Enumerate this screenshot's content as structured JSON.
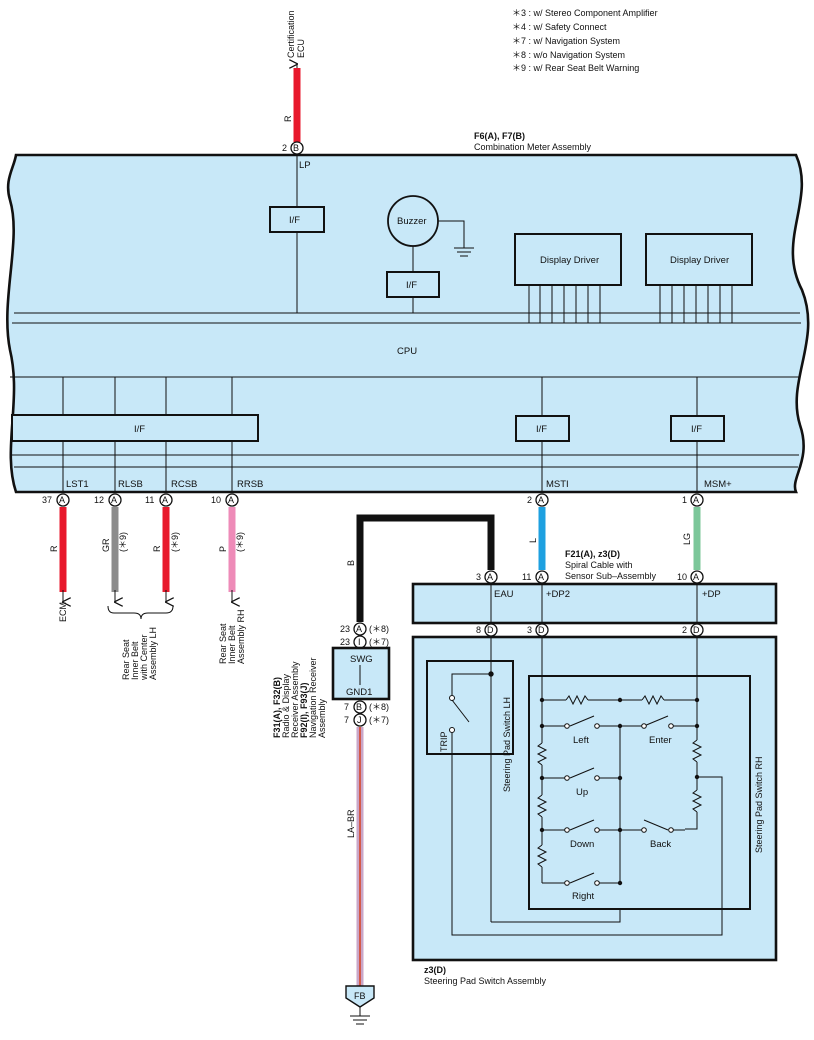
{
  "notes": [
    "＊3 : w/ Stereo Component Amplifier",
    "＊4 : w/ Safety Connect",
    "＊7 : w/ Navigation System",
    "＊8 : w/o Navigation System",
    "＊9 : w/ Rear Seat Belt Warning"
  ],
  "top_connector": {
    "dest_line1": "Certification",
    "dest_line2": "ECU",
    "color": "R",
    "pin": "2",
    "conn": "B",
    "signal": "LP"
  },
  "meter": {
    "ref": "F6(A), F7(B)",
    "name": "Combination Meter Assembly",
    "if_label": "I/F",
    "buzzer": "Buzzer",
    "display_driver": "Display Driver",
    "cpu": "CPU",
    "pins": [
      {
        "num": "37",
        "conn": "A",
        "signal": "LST1",
        "color": "R",
        "note": "",
        "dest": "ECM"
      },
      {
        "num": "12",
        "conn": "A",
        "signal": "RLSB",
        "color": "GR",
        "note": "(＊9)",
        "dest": ""
      },
      {
        "num": "11",
        "conn": "A",
        "signal": "RCSB",
        "color": "R",
        "note": "(＊9)",
        "dest": ""
      },
      {
        "num": "10",
        "conn": "A",
        "signal": "RRSB",
        "color": "P",
        "note": "(＊9)",
        "dest": ""
      },
      {
        "num": "2",
        "conn": "A",
        "signal": "MSTI",
        "color": "L",
        "note": "",
        "dest": ""
      },
      {
        "num": "1",
        "conn": "A",
        "signal": "MSM+",
        "color": "LG",
        "note": "",
        "dest": ""
      }
    ]
  },
  "dest_lh": [
    "Rear Seat",
    "Inner Belt",
    "with Center",
    "Assembly LH"
  ],
  "dest_rh": [
    "Rear Seat",
    "Inner Belt",
    "Assembly RH"
  ],
  "black_wire": "B",
  "spiral": {
    "ref": "F21(A), z3(D)",
    "name1": "Spiral Cable with",
    "name2": "Sensor Sub–Assembly",
    "pins_top": [
      {
        "num": "3",
        "conn": "A",
        "signal": "EAU"
      },
      {
        "num": "11",
        "conn": "A",
        "signal": "+DP2"
      },
      {
        "num": "10",
        "conn": "A",
        "signal": "+DP"
      }
    ],
    "pins_bottom": [
      {
        "num": "8",
        "conn": "D"
      },
      {
        "num": "3",
        "conn": "D"
      },
      {
        "num": "2",
        "conn": "D"
      }
    ]
  },
  "radio": {
    "pin_a": {
      "num": "23",
      "conn": "A",
      "note": "(＊8)"
    },
    "pin_i": {
      "num": "23",
      "conn": "I",
      "note": "(＊7)"
    },
    "swg": "SWG",
    "gnd": "GND1",
    "pin_b": {
      "num": "7",
      "conn": "B",
      "note": "(＊8)"
    },
    "pin_j": {
      "num": "7",
      "conn": "J",
      "note": "(＊7)"
    },
    "ref1": "F31(A), F32(B)",
    "lines": [
      "Radio & Display",
      "Receiver Assembly",
      "F92(I), F93(J)",
      "Navigation Receiver",
      "Assembly"
    ],
    "wire": "LA–BR",
    "ground": "FB"
  },
  "switch_assy": {
    "ref": "z3(D)",
    "name": "Steering Pad Switch Assembly",
    "lh": "Steering Pad Switch LH",
    "rh": "Steering Pad Switch RH",
    "trip": "TRIP",
    "buttons": {
      "left": "Left",
      "enter": "Enter",
      "up": "Up",
      "down": "Down",
      "back": "Back",
      "right": "Right"
    }
  },
  "colors": {
    "panel": "#c8e8f8",
    "red": "#e8192c",
    "gray": "#8c8c8c",
    "pink": "#ee8bb8",
    "blue": "#1ea0e0",
    "lightgreen": "#7cc79a",
    "black": "#111111",
    "lbr_a": "#c9a6c8",
    "lbr_b": "#d45a4a"
  }
}
